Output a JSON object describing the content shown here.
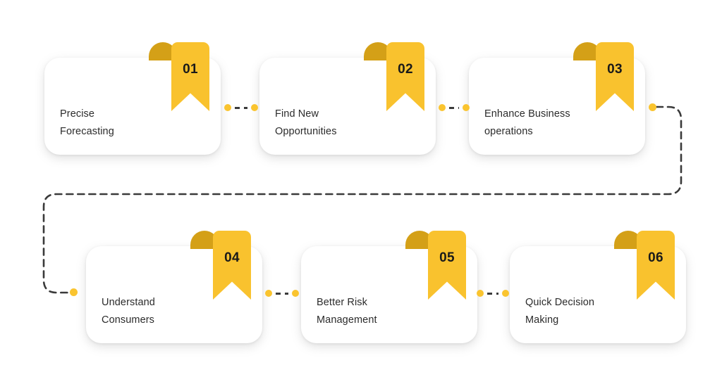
{
  "graphic": {
    "type": "numbered-step-flow-infographic",
    "background_color": "#ffffff",
    "accent_color": "#F9C22E",
    "accent_dark_color": "#D4A017",
    "text_color": "#2b2b2b",
    "dash_color": "#3a3a3a",
    "step_count": 6
  },
  "steps": [
    {
      "number": "01",
      "label": "Precise\nForecasting",
      "line1": "Precise",
      "line2": "Forecasting"
    },
    {
      "number": "02",
      "label": "Find New\nOpportunities",
      "line1": "Find New",
      "line2": "Opportunities"
    },
    {
      "number": "03",
      "label": "Enhance Business\noperations",
      "line1": "Enhance Business",
      "line2": "operations"
    },
    {
      "number": "04",
      "label": "Understand\nConsumers",
      "line1": "Understand",
      "line2": "Consumers"
    },
    {
      "number": "05",
      "label": "Better Risk\nManagement",
      "line1": "Better Risk",
      "line2": "Management"
    },
    {
      "number": "06",
      "label": "Quick Decision\nMaking",
      "line1": "Quick Decision",
      "line2": "Making"
    }
  ],
  "connectors": {
    "inline": [
      {
        "from": "01",
        "to": "02"
      },
      {
        "from": "02",
        "to": "03"
      },
      {
        "from": "04",
        "to": "05"
      },
      {
        "from": "05",
        "to": "06"
      }
    ],
    "wrap": {
      "from": "03",
      "to": "04",
      "style": "dashed-rounded-snake"
    }
  }
}
